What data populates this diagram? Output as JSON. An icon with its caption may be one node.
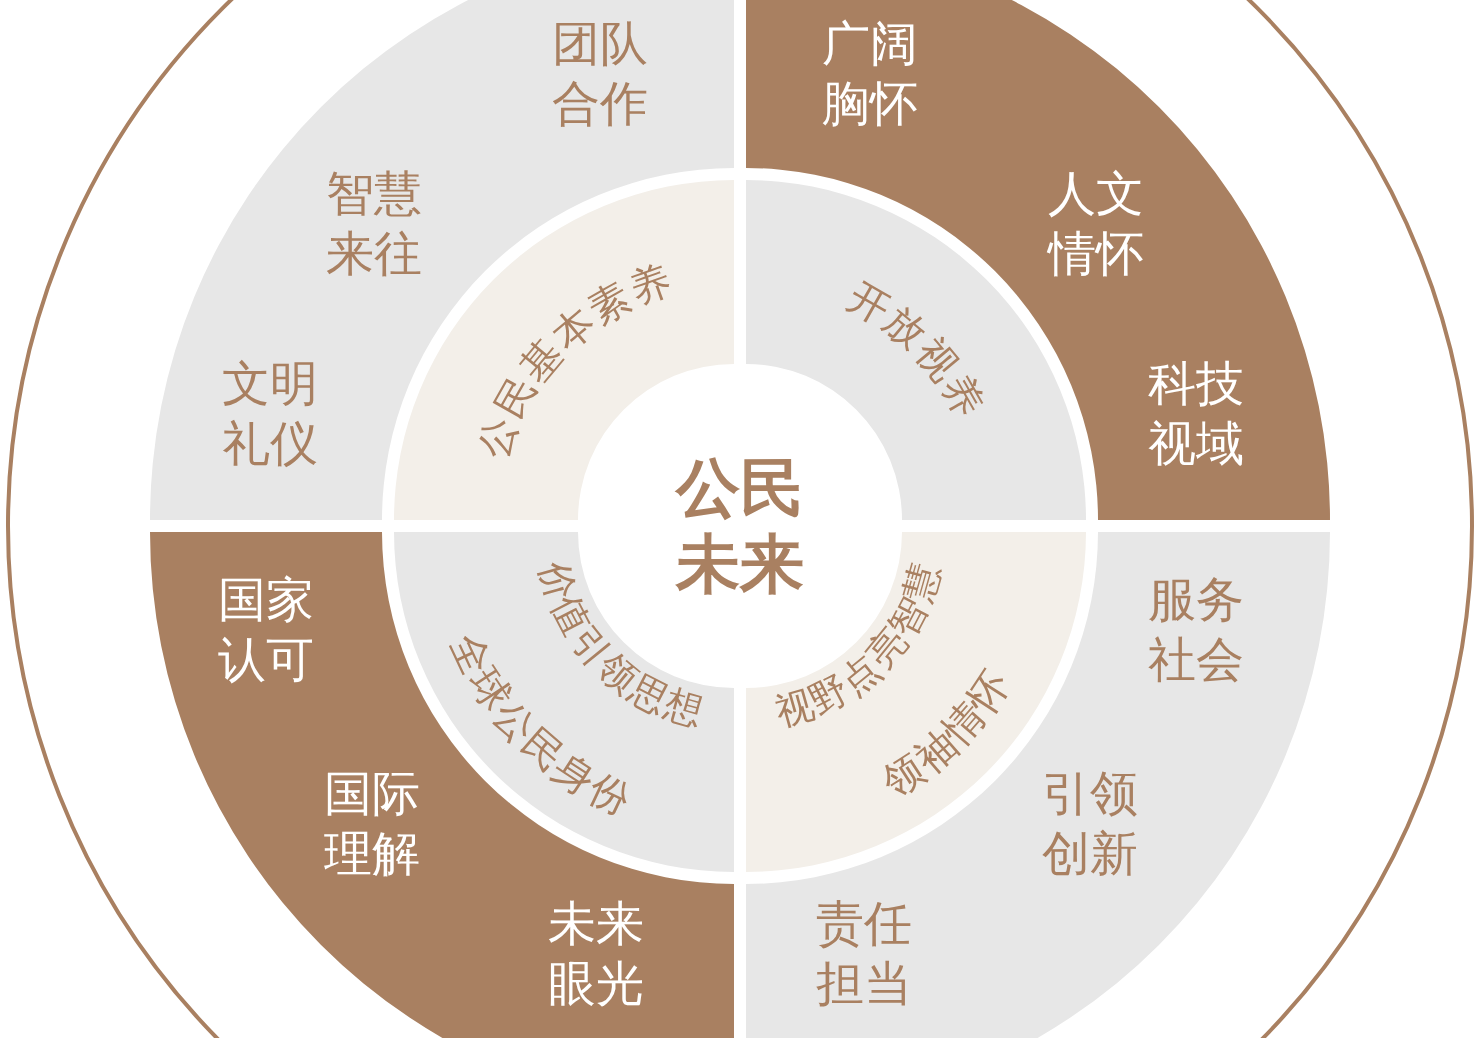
{
  "diagram": {
    "nodes": [
      {
        "text": [
          "公民未来"
        ]
      },
      {
        "text": [
          "公民基本素养"
        ]
      },
      {
        "text": [
          "开放视养"
        ]
      },
      {
        "text": [
          "价值引领思想",
          "全球公民身份"
        ]
      },
      {
        "text": [
          "视野点亮智慧",
          "领袖情怀"
        ]
      },
      {
        "text": [
          "团队合作",
          "智慧来往",
          "文明礼仪"
        ]
      },
      {
        "text": [
          "广阔胸怀",
          "人文情怀",
          "科技视域"
        ]
      },
      {
        "text": [
          "国家认可",
          "国际理解",
          "未来眼光"
        ]
      },
      {
        "text": [
          "服务社会",
          "引领创新",
          "责任担当"
        ]
      }
    ]
  }
}
